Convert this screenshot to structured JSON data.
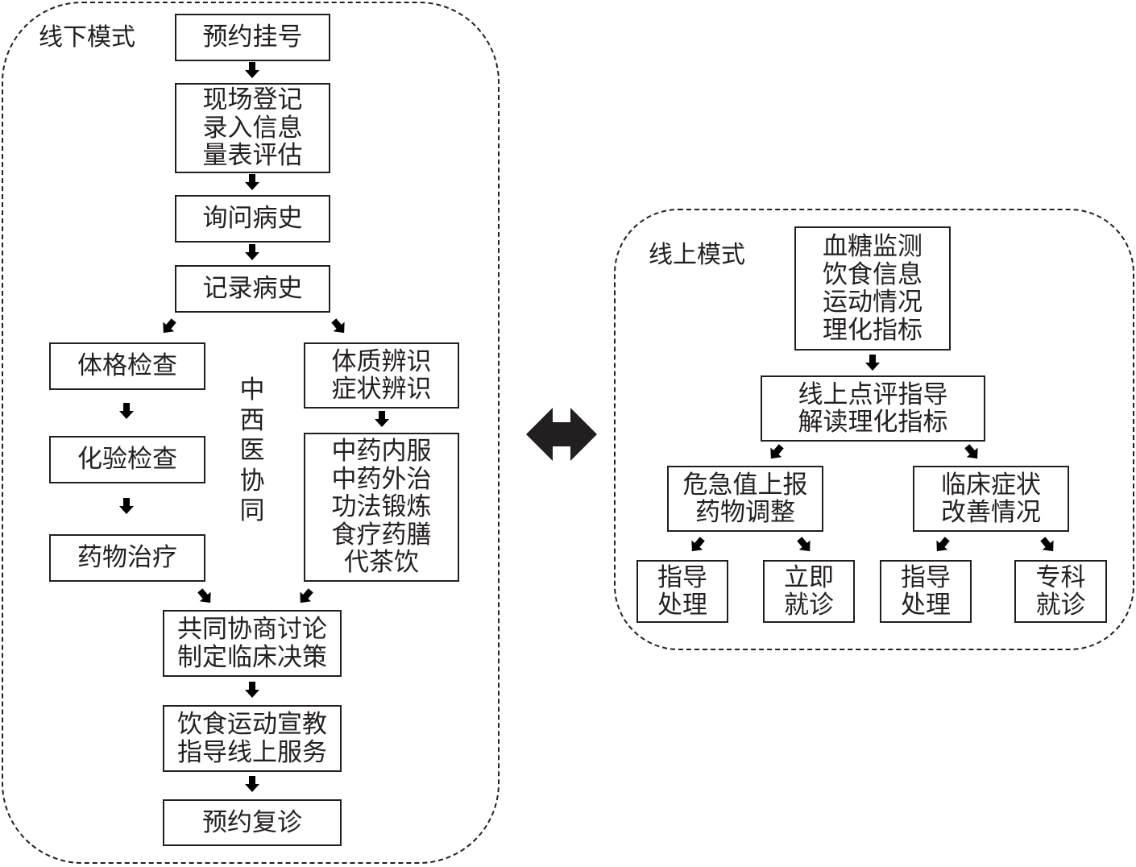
{
  "offline": {
    "label": "线下模式",
    "lines": {
      "appointment": [
        "预约挂号"
      ],
      "registration": [
        "现场登记",
        "录入信息",
        "量表评估"
      ],
      "history_inquiry": [
        "询问病史"
      ],
      "history_record": [
        "记录病史"
      ],
      "physical_exam": [
        "体格检查"
      ],
      "lab_exam": [
        "化验检查"
      ],
      "drug_therapy": [
        "药物治疗"
      ],
      "constitution": [
        "体质辨识",
        "症状辨识"
      ],
      "tcm_treatment": [
        "中药内服",
        "中药外治",
        "功法锻炼",
        "食疗药膳",
        "代茶饮"
      ],
      "consultation": [
        "共同协商讨论",
        "制定临床决策"
      ],
      "education": [
        "饮食运动宣教",
        "指导线上服务"
      ],
      "followup": [
        "预约复诊"
      ]
    },
    "integration_label": [
      "中",
      "西",
      "医",
      "协",
      "同"
    ]
  },
  "online": {
    "label": "线上模式",
    "lines": {
      "monitoring": [
        "血糖监测",
        "饮食信息",
        "运动情况",
        "理化指标"
      ],
      "review": [
        "线上点评指导",
        "解读理化指标"
      ],
      "critical": [
        "危急值上报",
        "药物调整"
      ],
      "symptoms": [
        "临床症状",
        "改善情况"
      ],
      "guide_a": [
        "指导",
        "处理"
      ],
      "immediate": [
        "立即",
        "就诊"
      ],
      "guide_b": [
        "指导",
        "处理"
      ],
      "specialist": [
        "专科",
        "就诊"
      ]
    }
  },
  "colors": {
    "ink": "#231f20",
    "background": "#ffffff"
  },
  "icons": {
    "link": "double-headed-arrow-icon",
    "flow": "arrow-icon"
  }
}
